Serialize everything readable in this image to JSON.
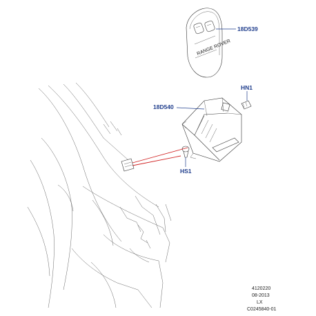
{
  "callouts": {
    "remote_key": "18D539",
    "control_module": "18D540",
    "nut": "HN1",
    "screw": "HS1"
  },
  "key_fob": {
    "brand_text": "RANGE ROVER"
  },
  "info_block": {
    "line1": "4120220",
    "line2": "08-2013",
    "line3": "LX",
    "line4": "C0245840-01"
  },
  "colors": {
    "callout_text": "#1f3d8c",
    "highlight_lines": "#d02020",
    "drawing_lines": "#333333"
  }
}
